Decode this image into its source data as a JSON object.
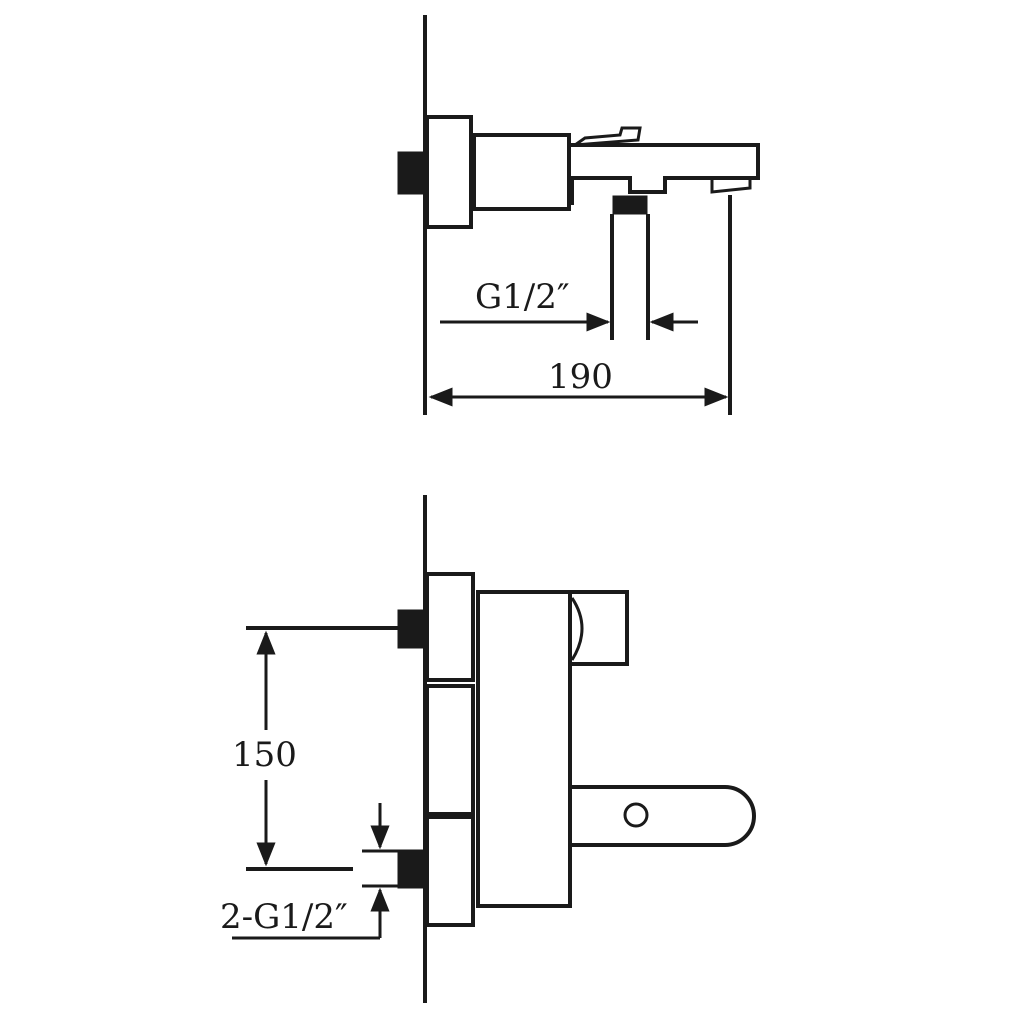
{
  "top_view": {
    "thread_label": "G1/2″",
    "width_label": "190"
  },
  "front_view": {
    "height_label": "150",
    "thread_label": "2-G1/2″"
  },
  "colors": {
    "line": "#1a1a1a",
    "background": "#ffffff"
  }
}
